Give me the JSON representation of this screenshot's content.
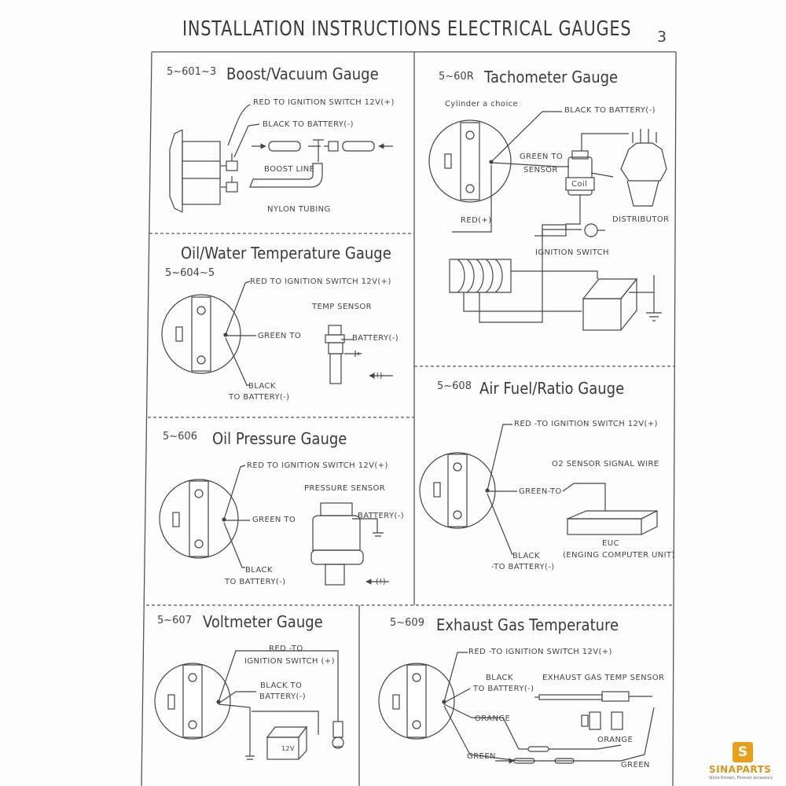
{
  "page": {
    "title": "INSTALLATION INSTRUCTIONS ELECTRICAL GAUGES",
    "page_number": "3"
  },
  "sections": {
    "boost": {
      "code": "5~601~3",
      "name": "Boost/Vacuum Gauge",
      "labels": {
        "red": "RED   TO IGNITION SWITCH 12V(+)",
        "black": "BLACK   TO BATTERY(-)",
        "boost_line": "BOOST LINE",
        "nylon": "NYLON TUBING"
      }
    },
    "tach": {
      "code": "5~60R",
      "name": "Tachometer Gauge",
      "labels": {
        "cylinder": "Cylinder a choice",
        "black": "BLACK  TO BATTERY(-)",
        "green1": "GREEN TO",
        "green2": "SENSOR",
        "coil": "Coil",
        "distributor": "DISTRIBUTOR",
        "red": "RED(+)",
        "ignition": "IGNITION SWITCH"
      }
    },
    "oilwater": {
      "code": "5~604~5",
      "name": "Oil/Water Temperature Gauge",
      "labels": {
        "red": "RED TO IGNITION SWITCH 12V(+)",
        "temp_sensor": "TEMP SENSOR",
        "green": "GREEN TO",
        "battery": "BATTERY(-)",
        "black1": "BLACK",
        "black2": "TO BATTERY(-)",
        "warn": "(!)"
      }
    },
    "airfuel": {
      "code": "5~608",
      "name": "Air Fuel/Ratio Gauge",
      "labels": {
        "red": "RED -TO IGNITION SWITCH 12V(+)",
        "o2": "O2 SENSOR SIGNAL WIRE",
        "green": "GREEN-TO",
        "euc1": "EUC",
        "euc2": "(ENGING COMPUTER UNIT)",
        "black1": "BLACK",
        "black2": "-TO BATTERY(-)"
      }
    },
    "oilpressure": {
      "code": "5~606",
      "name": "Oil Pressure Gauge",
      "labels": {
        "red": "RED TO IGNITION SWITCH 12V(+)",
        "pressure_sensor": "PRESSURE SENSOR",
        "green": "GREEN TO",
        "battery": "BATTERY(-)",
        "black1": "BLACK",
        "black2": "TO BATTERY(-)",
        "warn": "(!)"
      }
    },
    "volt": {
      "code": "5~607",
      "name": "Voltmeter Gauge",
      "labels": {
        "red1": "RED -TO",
        "red2": "IGNITION SWITCH (+)",
        "black1": "BLACK TO",
        "black2": "BATTERY(-)",
        "v12": "12V"
      }
    },
    "egt": {
      "code": "5~609",
      "name": "Exhaust Gas Temperature",
      "labels": {
        "red": "RED -TO IGNITION SWITCH 12V(+)",
        "black1": "BLACK",
        "black2": "TO BATTERY(-)",
        "sensor": "EXHAUST GAS TEMP SENSOR",
        "orange1": "ORANGE",
        "orange2": "ORANGE",
        "green1": "GREEN",
        "green2": "GREEN"
      }
    }
  },
  "watermark": {
    "brand": "SINAPARTS",
    "tagline": "Since thrown, Forever accessory",
    "mark": "S",
    "color": "#e7a019"
  }
}
